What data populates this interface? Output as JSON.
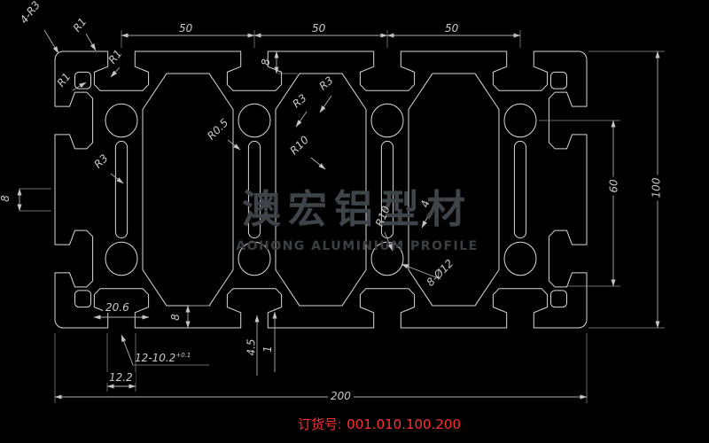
{
  "watermark": {
    "cn": "澳宏铝型材",
    "en": "AOHONG ALUMINIUM PROFILE"
  },
  "order": {
    "label": "订货号:",
    "number": "001.010.100.200"
  },
  "colors": {
    "background": "#000000",
    "geometry": "#d9d9d9",
    "dimensions": "#b0b0b0",
    "text": "#c9c9c9",
    "watermark": "#3f444a",
    "order_text": "#ff2f2f"
  },
  "labels": {
    "corner_radius": "4-R3",
    "r1_a": "R1",
    "r1_b": "R1",
    "r1_c": "R1",
    "dim50_a": "50",
    "dim50_b": "50",
    "dim50_c": "50",
    "dim8_top": "8",
    "dim8_left": "8",
    "dim8_bottom": "8",
    "r3_a": "R3",
    "r3_b": "R3",
    "r3_c": "R3",
    "r05": "R0.5",
    "r10_a": "R10",
    "r10_b": "R10",
    "dim60": "60",
    "dim100": "100",
    "wall4": "4",
    "holes": "8-Ø12",
    "dim206": "20.6",
    "slot_spec": "12-10.2",
    "slot_tol": "+0.1",
    "dim45": "4.5",
    "dim1": "1",
    "dim122": "12.2",
    "dim200": "200"
  }
}
